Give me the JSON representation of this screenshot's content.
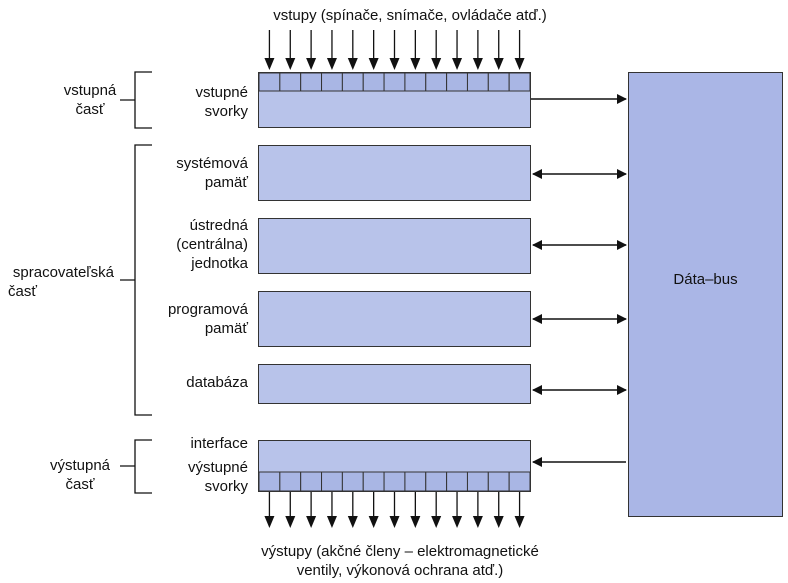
{
  "top_caption": "vstupy (spínače, snímače, ovládače atď.)",
  "bottom_caption": [
    "výstupy (akčné členy – elektromagnetické",
    "ventily, výkonová ochrana atď.)"
  ],
  "bus_label": "Dáta–bus",
  "sections": {
    "input": [
      "vstupná",
      "časť"
    ],
    "processing": [
      "spracovateľská",
      "časť"
    ],
    "output": [
      "výstupná",
      "časť"
    ]
  },
  "blocks": {
    "input_terminals": [
      "vstupné",
      "svorky"
    ],
    "system_memory": [
      "systémová",
      "pamäť"
    ],
    "cpu": [
      "ústredná",
      "(centrálna)",
      "jednotka"
    ],
    "program_memory": [
      "programová",
      "pamäť"
    ],
    "database": [
      "databáza"
    ],
    "interface": [
      "interface"
    ],
    "output_terminals": [
      "výstupné",
      "svorky"
    ]
  },
  "colors": {
    "block_fill": "#b8c3ea",
    "bus_fill": "#aab6e6",
    "line": "#111111"
  }
}
